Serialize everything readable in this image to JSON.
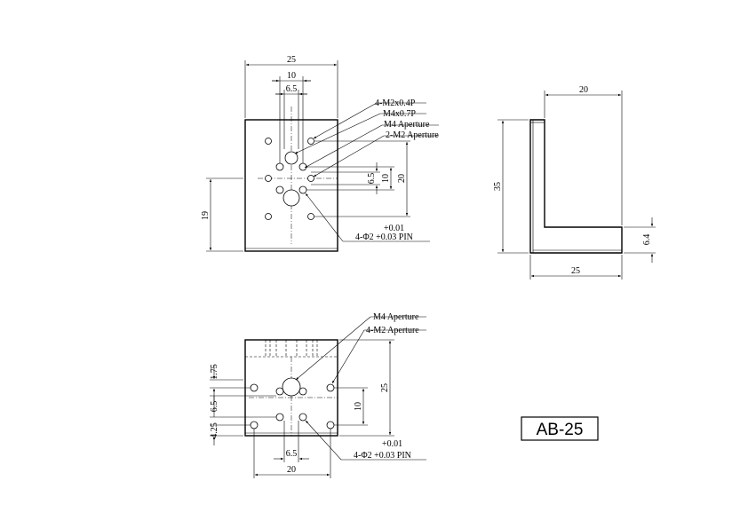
{
  "part_number": "AB-25",
  "top_view": {
    "dims": {
      "width": "25",
      "hole_span": "10",
      "hole_inner": "6.5",
      "vert_20": "20",
      "vert_10": "10",
      "vert_65": "6.5",
      "height_19": "19"
    },
    "callouts": [
      "4-M2x0.4P",
      "M4x0.7P",
      "M4 Aperture",
      "2-M2 Aperture"
    ],
    "pin_tolerance": "+0.01",
    "pin_note": "4-Φ2 +0.03 PIN"
  },
  "side_view": {
    "dims": {
      "top": "20",
      "height": "35",
      "bottom": "25",
      "thickness": "6.4"
    }
  },
  "front_view": {
    "dims": {
      "d175": "1.75",
      "d65": "6.5",
      "d425": "4.25",
      "height": "25",
      "vert_10": "10",
      "bottom_65": "6.5",
      "bottom_20": "20"
    },
    "callouts": [
      "M4 Aperture",
      "4-M2 Aperture"
    ],
    "pin_tolerance": "+0.01",
    "pin_note": "4-Φ2 +0.03 PIN"
  }
}
